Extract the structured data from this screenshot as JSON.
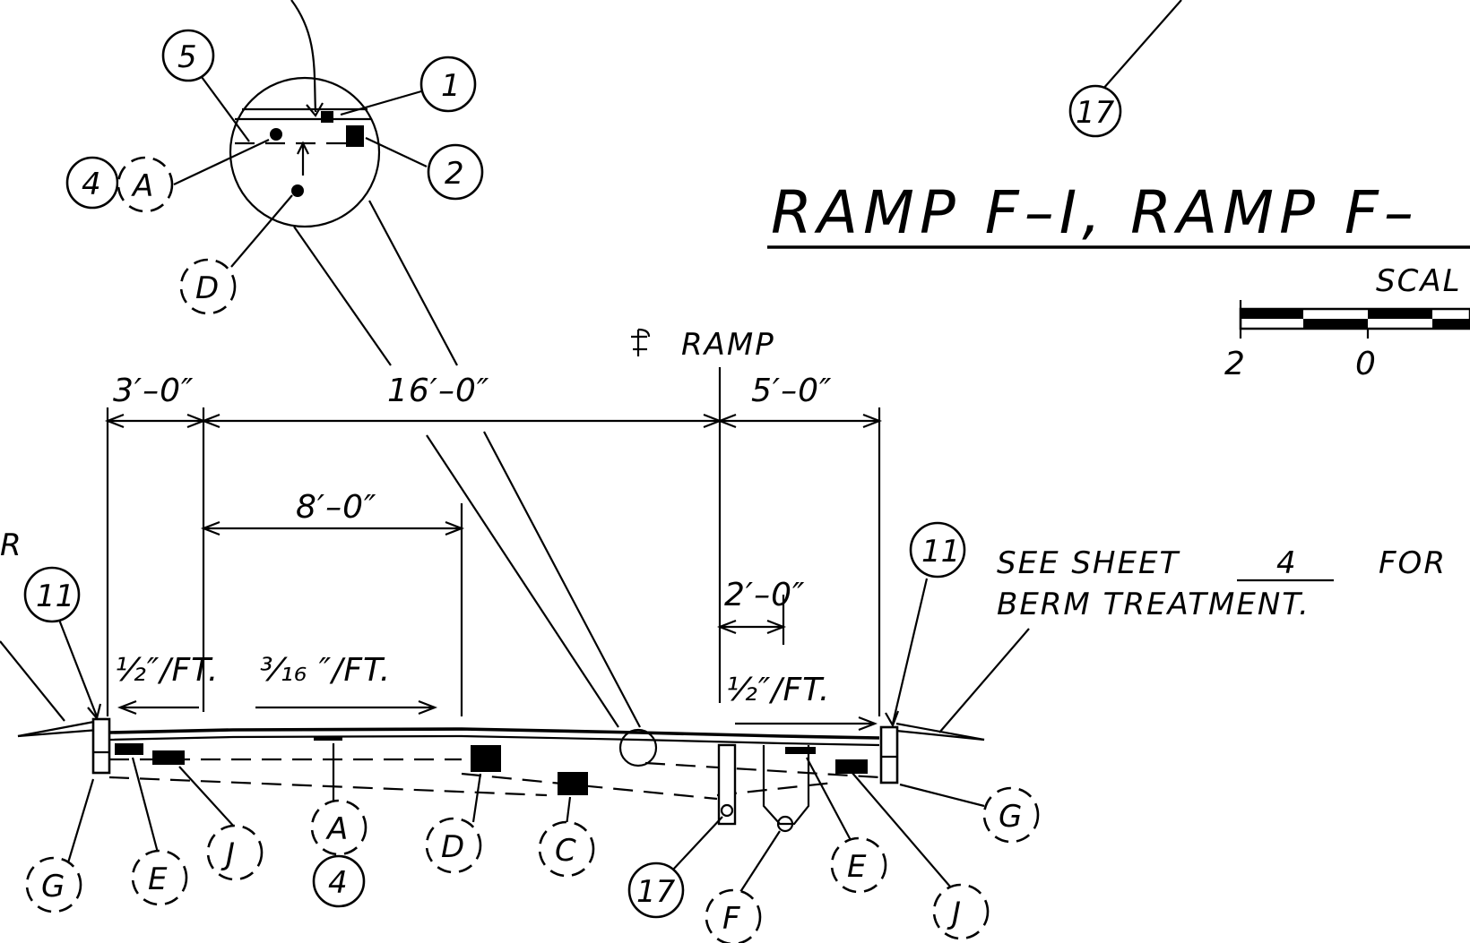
{
  "title": {
    "text": "RAMP F–I, RAMP F–"
  },
  "scale": {
    "label": "SCAL",
    "tick_left": "2",
    "tick_mid": "0"
  },
  "centerline": {
    "label": "RAMP"
  },
  "note": {
    "line1": "SEE SHEET",
    "sheet_number": "4",
    "line1_end": "FOR",
    "line2": "BERM TREATMENT."
  },
  "edge_label": "R",
  "dimensions": {
    "left_shoulder": "3′–0″",
    "main_width": "16′–0″",
    "right_shoulder": "5′–0″",
    "lane_offset": "8′–0″",
    "right_offset": "2′–0″"
  },
  "slopes": {
    "left": "½″/FT.",
    "middle": "³⁄₁₆ ″/FT.",
    "right": "½″/FT."
  },
  "callouts": {
    "c5": "5",
    "c1": "1",
    "c2": "2",
    "c4": "4",
    "cA": "A",
    "cD": "D",
    "c17": "17",
    "c11_left": "11",
    "c11_right": "11",
    "bG_left": "G",
    "bE_left": "E",
    "bJ_left": "J",
    "bA": "A",
    "b4": "4",
    "bD": "D",
    "bC": "C",
    "b17": "17",
    "bF": "F",
    "bE_right": "E",
    "bJ_right": "J",
    "bG_right": "G"
  }
}
